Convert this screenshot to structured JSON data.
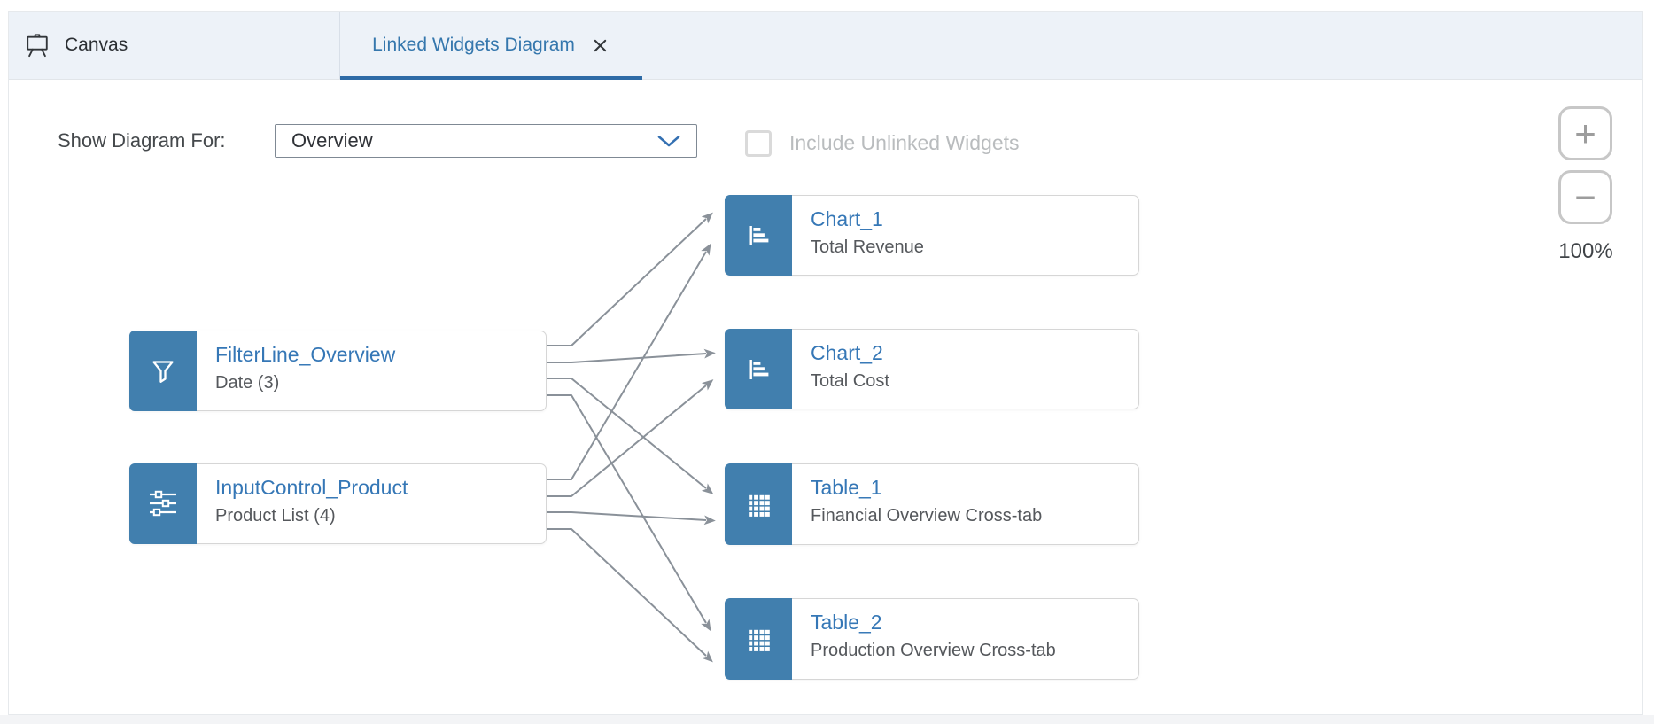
{
  "app": {
    "tabs": {
      "canvas": {
        "label": "Canvas",
        "icon": "easel-icon"
      },
      "diagram": {
        "label": "Linked Widgets Diagram",
        "active": true,
        "close_icon": "close-icon"
      }
    }
  },
  "controls": {
    "show_diagram_for": {
      "label": "Show Diagram For:",
      "value": "Overview",
      "icon": "chevron-down-icon"
    },
    "include_unlinked": {
      "label": "Include Unlinked Widgets",
      "checked": false,
      "disabled": true
    }
  },
  "zoom": {
    "in_label": "+",
    "out_label": "−",
    "level": "100%"
  },
  "diagram": {
    "sources": [
      {
        "title": "FilterLine_Overview",
        "subtitle": "Date (3)",
        "icon": "filter-icon"
      },
      {
        "title": "InputControl_Product",
        "subtitle": "Product List (4)",
        "icon": "sliders-icon"
      }
    ],
    "targets": [
      {
        "title": "Chart_1",
        "subtitle": "Total Revenue",
        "icon": "bar-chart-icon"
      },
      {
        "title": "Chart_2",
        "subtitle": "Total Cost",
        "icon": "bar-chart-icon"
      },
      {
        "title": "Table_1",
        "subtitle": "Financial Overview Cross-tab",
        "icon": "table-icon"
      },
      {
        "title": "Table_2",
        "subtitle": "Production Overview Cross-tab",
        "icon": "table-icon"
      }
    ],
    "links": [
      {
        "from": "FilterLine_Overview",
        "to": "Chart_1"
      },
      {
        "from": "FilterLine_Overview",
        "to": "Chart_2"
      },
      {
        "from": "FilterLine_Overview",
        "to": "Table_1"
      },
      {
        "from": "FilterLine_Overview",
        "to": "Table_2"
      },
      {
        "from": "InputControl_Product",
        "to": "Chart_1"
      },
      {
        "from": "InputControl_Product",
        "to": "Chart_2"
      },
      {
        "from": "InputControl_Product",
        "to": "Table_1"
      },
      {
        "from": "InputControl_Product",
        "to": "Table_2"
      }
    ]
  },
  "colors": {
    "tabbar_bg": "#edf2f8",
    "tab_active_text": "#3577ad",
    "tab_underline": "#2e6ba6",
    "node_icon_bg": "#417fae",
    "node_title": "#3577b6",
    "node_subtitle": "#55585c",
    "connector": "#8a9199",
    "disabled_text": "#b9bcbe"
  }
}
